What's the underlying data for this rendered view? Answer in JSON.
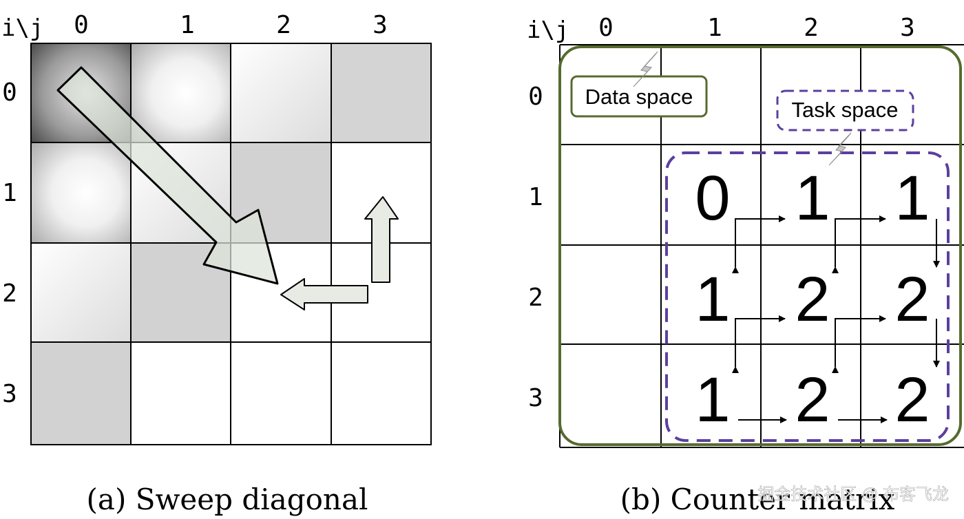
{
  "panel_a": {
    "corner_label": "i\\j",
    "col_headers": [
      "0",
      "1",
      "2",
      "3"
    ],
    "row_headers": [
      "0",
      "1",
      "2",
      "3"
    ],
    "caption": "(a) Sweep diagonal"
  },
  "panel_b": {
    "corner_label": "i\\j",
    "col_headers": [
      "0",
      "1",
      "2",
      "3"
    ],
    "row_headers": [
      "0",
      "1",
      "2",
      "3"
    ],
    "data_space_label": "Data space",
    "task_space_label": "Task space",
    "counter_values": [
      [
        "0",
        "1",
        "1"
      ],
      [
        "1",
        "2",
        "2"
      ],
      [
        "1",
        "2",
        "2"
      ]
    ],
    "caption": "(b) Counter matrix"
  },
  "watermark": "掘金技术社区 @ 布客飞龙",
  "colors": {
    "data_space_border": "#556b2f",
    "task_space_border": "#5b3f9e",
    "grid_line": "#000000"
  }
}
